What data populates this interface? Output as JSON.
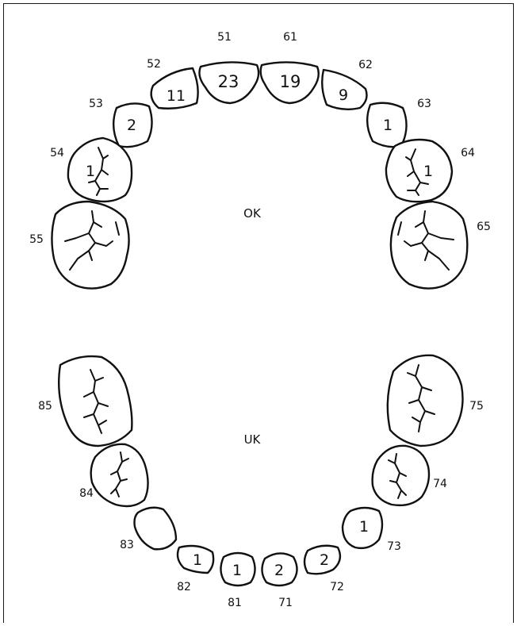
{
  "jaws": {
    "upper": "OK",
    "lower": "UK"
  },
  "teeth": {
    "55": {
      "label": "55",
      "count": ""
    },
    "54": {
      "label": "54",
      "count": "1"
    },
    "53": {
      "label": "53",
      "count": "2"
    },
    "52": {
      "label": "52",
      "count": "11"
    },
    "51": {
      "label": "51",
      "count": "23"
    },
    "61": {
      "label": "61",
      "count": "19"
    },
    "62": {
      "label": "62",
      "count": "9"
    },
    "63": {
      "label": "63",
      "count": "1"
    },
    "64": {
      "label": "64",
      "count": "1"
    },
    "65": {
      "label": "65",
      "count": ""
    },
    "85": {
      "label": "85",
      "count": ""
    },
    "84": {
      "label": "84",
      "count": ""
    },
    "83": {
      "label": "83",
      "count": ""
    },
    "82": {
      "label": "82",
      "count": "1"
    },
    "81": {
      "label": "81",
      "count": "1"
    },
    "71": {
      "label": "71",
      "count": "2"
    },
    "72": {
      "label": "72",
      "count": "2"
    },
    "73": {
      "label": "73",
      "count": "1"
    },
    "74": {
      "label": "74",
      "count": ""
    },
    "75": {
      "label": "75",
      "count": ""
    }
  }
}
